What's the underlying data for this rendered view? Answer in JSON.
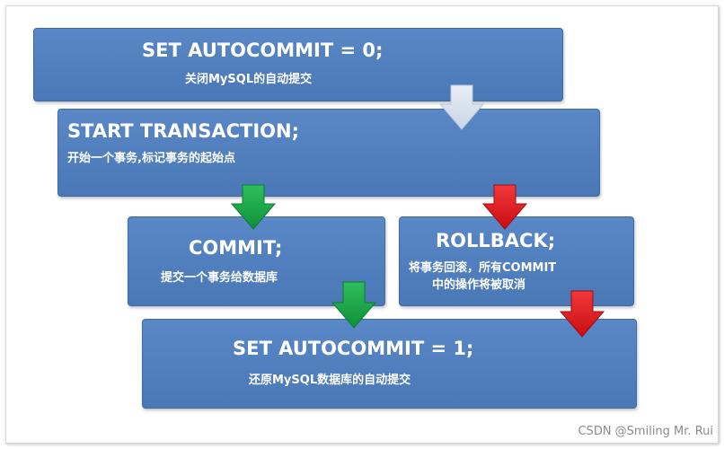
{
  "boxes": {
    "set_autocommit_0": {
      "title": "SET AUTOCOMMIT = 0;",
      "desc": "关闭MySQL的自动提交"
    },
    "start_transaction": {
      "title": "START TRANSACTION;",
      "desc": "开始一个事务,标记事务的起始点"
    },
    "commit": {
      "title": "COMMIT;",
      "desc": "提交一个事务给数据库"
    },
    "rollback": {
      "title": "ROLLBACK;",
      "desc_line1": "将事务回滚，所有COMMIT",
      "desc_line2": "中的操作将被取消"
    },
    "set_autocommit_1": {
      "title": "SET AUTOCOMMIT = 1;",
      "desc": "还原MySQL数据库的自动提交"
    }
  },
  "arrow_colors": {
    "neutral": "#d6e0ee",
    "commit": "#1aa34a",
    "rollback": "#e0151b"
  },
  "box_color": "#4f7fbe",
  "watermark": "CSDN @Smiling Mr. Rui"
}
